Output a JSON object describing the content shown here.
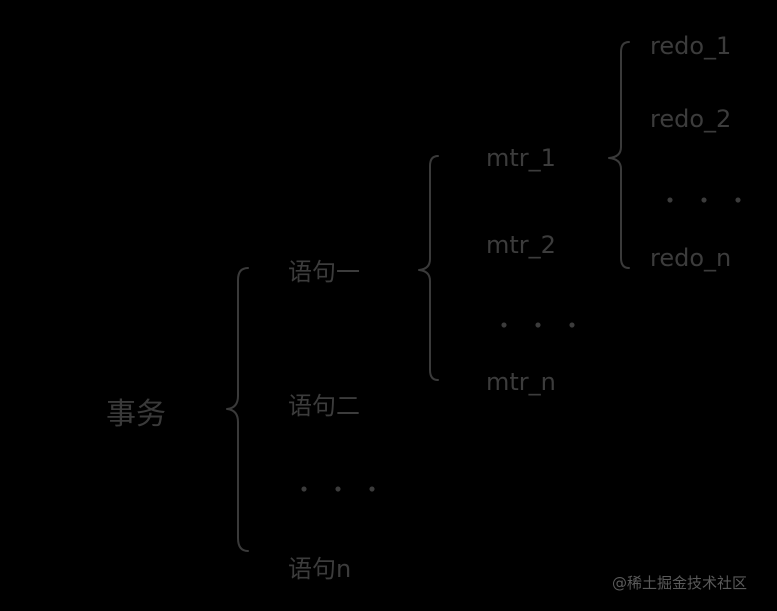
{
  "root": {
    "label": "事务"
  },
  "statements": {
    "items": [
      "语句一",
      "语句二",
      "・・・",
      "语句n"
    ]
  },
  "mtrs": {
    "items": [
      "mtr_1",
      "mtr_2",
      "・・・",
      "mtr_n"
    ]
  },
  "redos": {
    "items": [
      "redo_1",
      "redo_2",
      "・・・",
      "redo_n"
    ]
  },
  "watermark": "@稀土掘金技术社区",
  "colors": {
    "background": "#000000",
    "text": "#3c3c3c",
    "brace": "#3a3a3a"
  }
}
